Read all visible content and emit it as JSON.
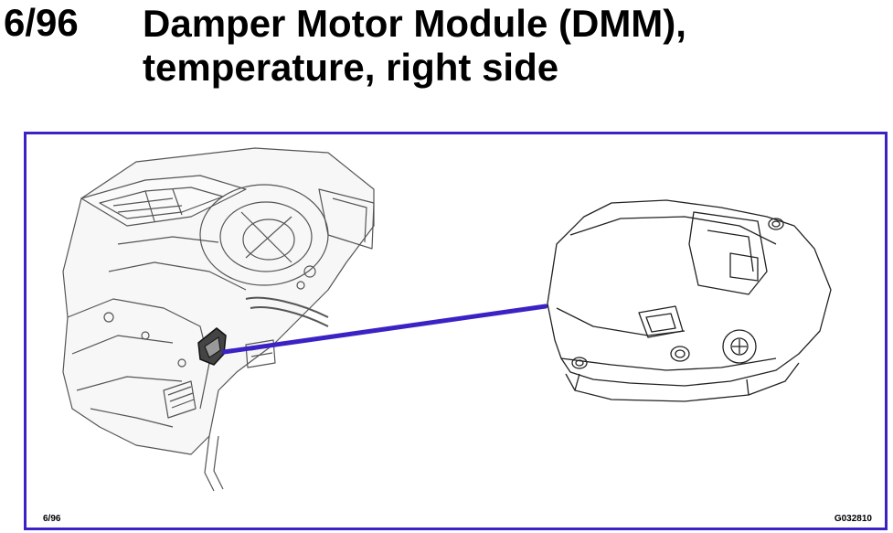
{
  "header": {
    "page_number": "6/96",
    "title_line_1": "Damper Motor Module (DMM),",
    "title_line_2": "temperature, right side"
  },
  "figure": {
    "ref_label": "6/96",
    "code_label": "G032810",
    "frame_color": "#3a22c4",
    "leader_color": "#3a22c4"
  }
}
